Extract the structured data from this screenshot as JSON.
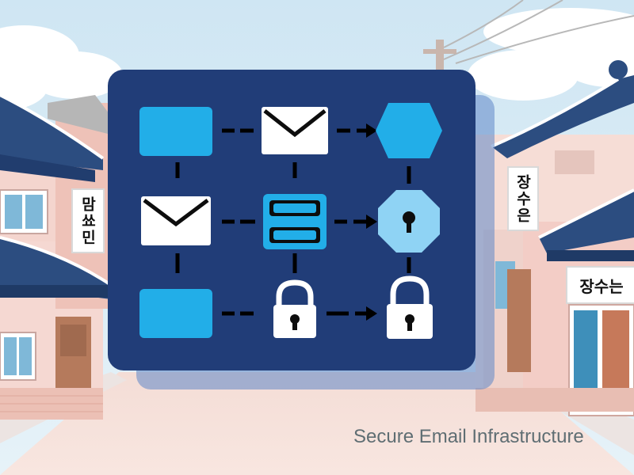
{
  "caption": "Secure Email Infrastructure",
  "signs": {
    "left": "맘쑈민",
    "right_vertical": "장수은",
    "right_horizontal": "장수는"
  },
  "diagram": {
    "nodes": [
      {
        "id": "rect-top",
        "shape": "rectangle",
        "icon": "blank-block"
      },
      {
        "id": "mail-top",
        "shape": "envelope",
        "icon": "envelope-icon"
      },
      {
        "id": "hex-top",
        "shape": "hexagon",
        "icon": "hexagon-icon"
      },
      {
        "id": "mail-mid",
        "shape": "envelope",
        "icon": "envelope-icon"
      },
      {
        "id": "server",
        "shape": "server",
        "icon": "server-icon"
      },
      {
        "id": "octagon",
        "shape": "octagon-keyhole",
        "icon": "keyhole-octagon-icon"
      },
      {
        "id": "rect-bottom",
        "shape": "rectangle",
        "icon": "blank-block"
      },
      {
        "id": "lock-mid",
        "shape": "padlock",
        "icon": "padlock-icon"
      },
      {
        "id": "lock-right",
        "shape": "padlock",
        "icon": "padlock-icon"
      }
    ],
    "edges": [
      {
        "from": "rect-top",
        "to": "mail-top",
        "style": "dashed"
      },
      {
        "from": "mail-top",
        "to": "hex-top",
        "style": "dashed-arrow"
      },
      {
        "from": "mail-mid",
        "to": "server",
        "style": "dashed"
      },
      {
        "from": "server",
        "to": "octagon",
        "style": "dashed-arrow"
      },
      {
        "from": "rect-bottom",
        "to": "lock-mid",
        "style": "dashed"
      },
      {
        "from": "lock-mid",
        "to": "lock-right",
        "style": "dashed-arrow"
      },
      {
        "from": "rect-top",
        "to": "mail-mid",
        "style": "dashed"
      },
      {
        "from": "mail-mid",
        "to": "rect-bottom",
        "style": "dashed"
      },
      {
        "from": "mail-top",
        "to": "server",
        "style": "dashed"
      },
      {
        "from": "server",
        "to": "lock-mid",
        "style": "dashed"
      },
      {
        "from": "hex-top",
        "to": "octagon",
        "style": "dashed"
      },
      {
        "from": "octagon",
        "to": "lock-right",
        "style": "dashed"
      }
    ]
  },
  "colors": {
    "sky": "#d6ebf5",
    "panel": "#213d78",
    "block": "#22aee8",
    "light_block": "#8fd3f4",
    "icon_white": "#ffffff",
    "roof": "#2c4d80",
    "wall_pink": "#f3c9c1",
    "road": "#f7dcd4"
  }
}
